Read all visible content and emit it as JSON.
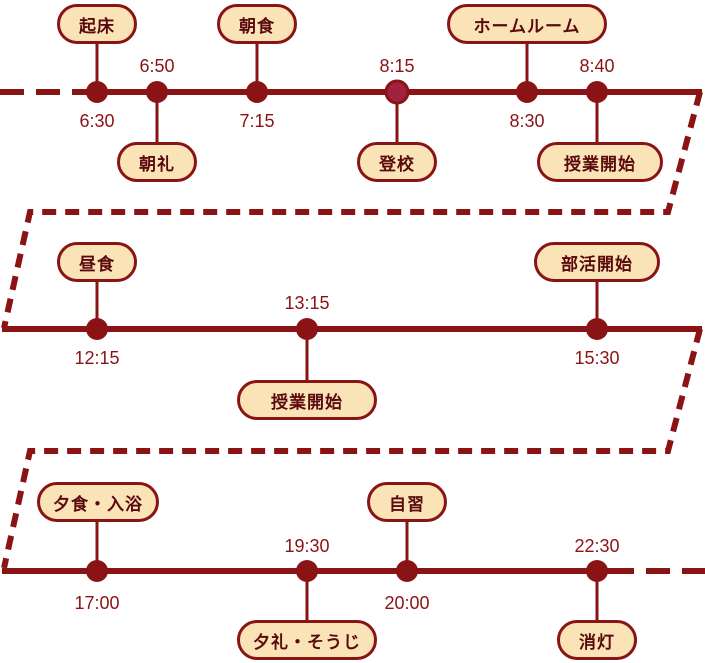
{
  "colors": {
    "line": "#8a1315",
    "dot_special": "#a1213e",
    "pill_fill": "#fbe3b8",
    "pill_text": "#5a0a0c"
  },
  "events": [
    {
      "time": "6:30",
      "label": "起床"
    },
    {
      "time": "6:50",
      "label": "朝礼"
    },
    {
      "time": "7:15",
      "label": "朝食"
    },
    {
      "time": "8:15",
      "label": "登校"
    },
    {
      "time": "8:30",
      "label": "ホームルーム"
    },
    {
      "time": "8:40",
      "label": "授業開始"
    },
    {
      "time": "12:15",
      "label": "昼食"
    },
    {
      "time": "13:15",
      "label": "授業開始"
    },
    {
      "time": "15:30",
      "label": "部活開始"
    },
    {
      "time": "17:00",
      "label": "夕食・入浴"
    },
    {
      "time": "19:30",
      "label": "夕礼・そうじ"
    },
    {
      "time": "20:00",
      "label": "自習"
    },
    {
      "time": "22:30",
      "label": "消灯"
    }
  ]
}
